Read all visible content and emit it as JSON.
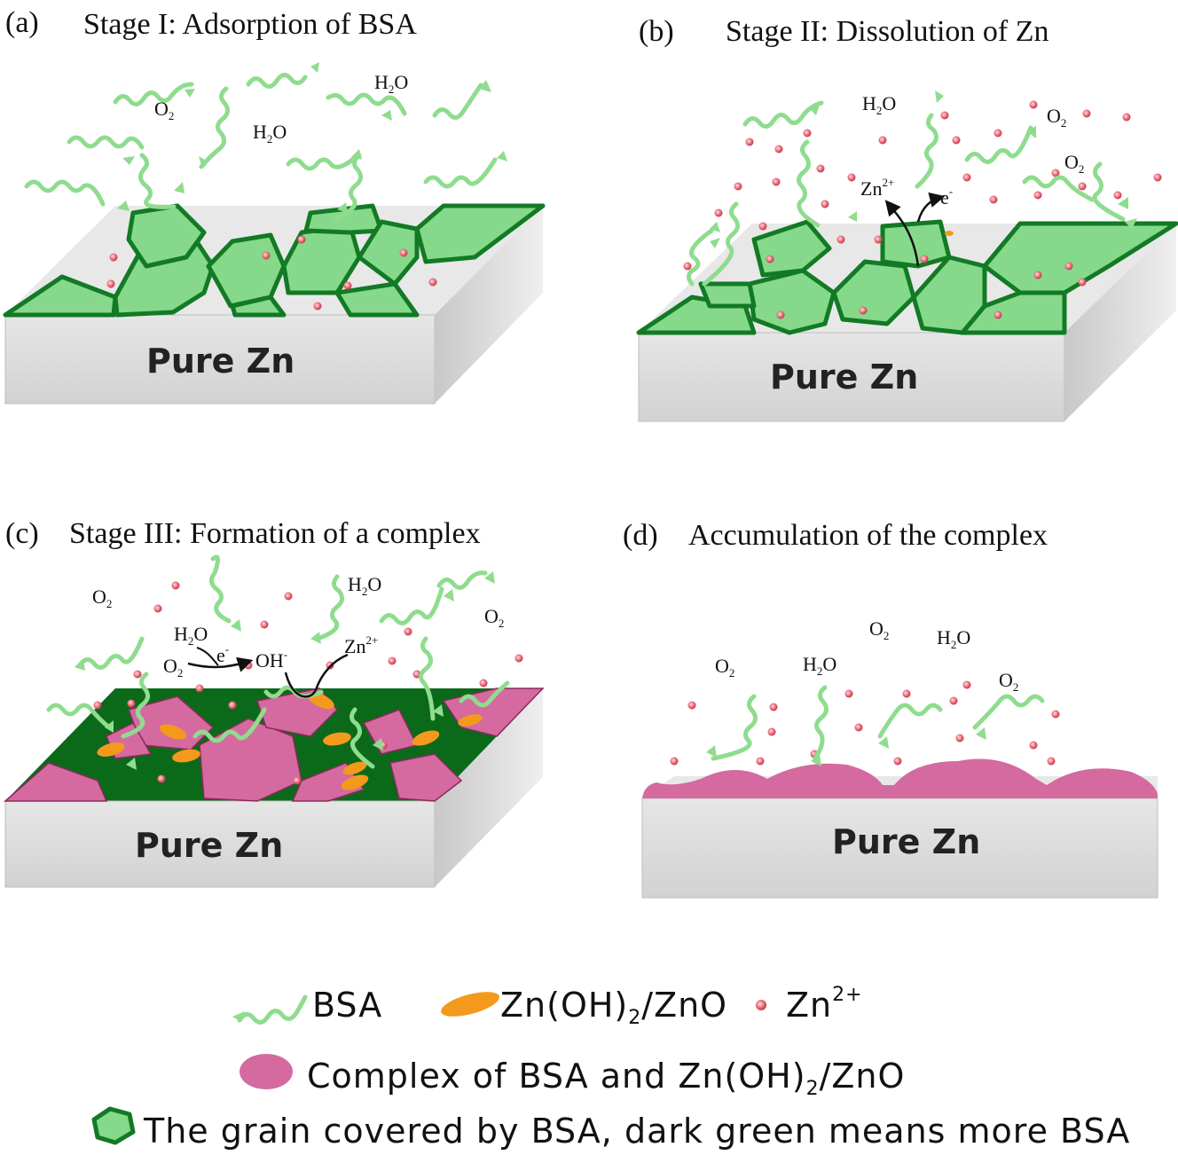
{
  "panels": {
    "a": {
      "letter": "(a)",
      "title": "Stage I: Adsorption of BSA",
      "base_label": "Pure Zn",
      "molecules": [
        {
          "main": "O",
          "sub": "2",
          "tail": ""
        },
        {
          "main": "H",
          "sub": "2",
          "tail": "O"
        },
        {
          "main": "H",
          "sub": "2",
          "tail": "O"
        }
      ]
    },
    "b": {
      "letter": "(b)",
      "title": "Stage II: Dissolution of Zn",
      "base_label": "Pure Zn",
      "molecules": [
        {
          "main": "H",
          "sub": "2",
          "tail": "O"
        },
        {
          "main": "O",
          "sub": "2",
          "tail": ""
        },
        {
          "main": "O",
          "sub": "2",
          "tail": ""
        }
      ],
      "zn_ion": {
        "main": "Zn",
        "sup": "2+"
      },
      "electron": {
        "main": "e",
        "sup": "-"
      }
    },
    "c": {
      "letter": "(c)",
      "title": "Stage III: Formation of a complex",
      "base_label": "Pure Zn",
      "molecules": [
        {
          "main": "O",
          "sub": "2",
          "tail": ""
        },
        {
          "main": "H",
          "sub": "2",
          "tail": "O"
        },
        {
          "main": "O",
          "sub": "2",
          "tail": ""
        },
        {
          "main": "H",
          "sub": "2",
          "tail": "O"
        },
        {
          "main": "O",
          "sub": "2",
          "tail": ""
        }
      ],
      "hydroxide": {
        "main": "OH",
        "sup": "-"
      },
      "electron": {
        "main": "e",
        "sup": "-"
      },
      "zn_ion": {
        "main": "Zn",
        "sup": "2+"
      }
    },
    "d": {
      "letter": "(d)",
      "title": "Accumulation of the complex",
      "base_label": "Pure Zn",
      "molecules": [
        {
          "main": "O",
          "sub": "2",
          "tail": ""
        },
        {
          "main": "H",
          "sub": "2",
          "tail": "O"
        },
        {
          "main": "O",
          "sub": "2",
          "tail": ""
        },
        {
          "main": "H",
          "sub": "2",
          "tail": "O"
        },
        {
          "main": "O",
          "sub": "2",
          "tail": ""
        }
      ]
    }
  },
  "legend": {
    "bsa": "BSA",
    "zn_oh": {
      "pre": "Zn(OH)",
      "sub": "2",
      "post": "/ZnO"
    },
    "zn_ion": {
      "main": "Zn",
      "sup": "2+"
    },
    "complex": {
      "pre": "Complex of BSA and Zn(OH)",
      "sub": "2",
      "post": "/ZnO"
    },
    "grain": "The grain covered by BSA, dark green means more BSA"
  },
  "colors": {
    "bsa_light": "#8fdc8f",
    "bsa_dark": "#0d7a22",
    "grain_fill": "#86d98a",
    "grain_edge": "#127a25",
    "dark_green": "#0b6a19",
    "complex_pink": "#d46aa0",
    "zn_ion": "#e05a6a",
    "znoh_orange": "#f39a1c",
    "block_side": "#d8d8d8",
    "block_top": "#e9e9e9"
  }
}
